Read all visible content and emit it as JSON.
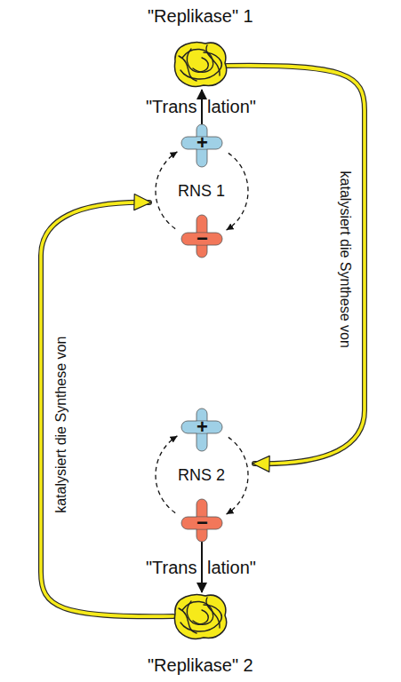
{
  "diagram": {
    "nodes": [
      {
        "text": [
          "\"Replikase\" 1"
        ]
      },
      {
        "text": [
          "RNS 1"
        ]
      },
      {
        "text": [
          "RNS 2"
        ]
      },
      {
        "text": [
          "\"Replikase\" 2"
        ]
      }
    ],
    "edges": [
      {
        "from": 1,
        "to": 0,
        "arrow": "to"
      },
      {
        "from": 0,
        "to": 2,
        "arrow": "to",
        "label": "katalysiert die Synthese von"
      },
      {
        "from": 2,
        "to": 3,
        "arrow": "to"
      },
      {
        "from": 3,
        "to": 1,
        "arrow": "to",
        "label": "katalysiert die Synthese von"
      }
    ],
    "labels": [
      "\"Trans",
      "lation\"",
      "+",
      "−",
      "+",
      "−",
      "\"Trans",
      "lation\""
    ]
  }
}
